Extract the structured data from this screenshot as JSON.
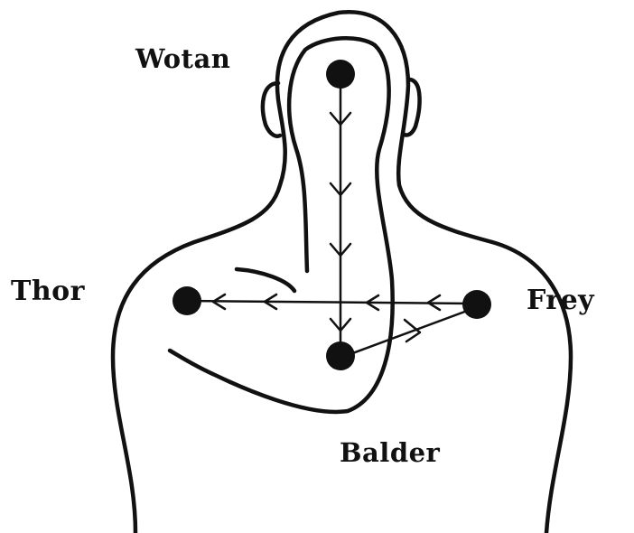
{
  "labels": {
    "top": "Wotan",
    "left": "Thor",
    "right": "Frey",
    "bottom": "Balder"
  },
  "colors": {
    "ink": "#111111",
    "background": "#ffffff"
  }
}
